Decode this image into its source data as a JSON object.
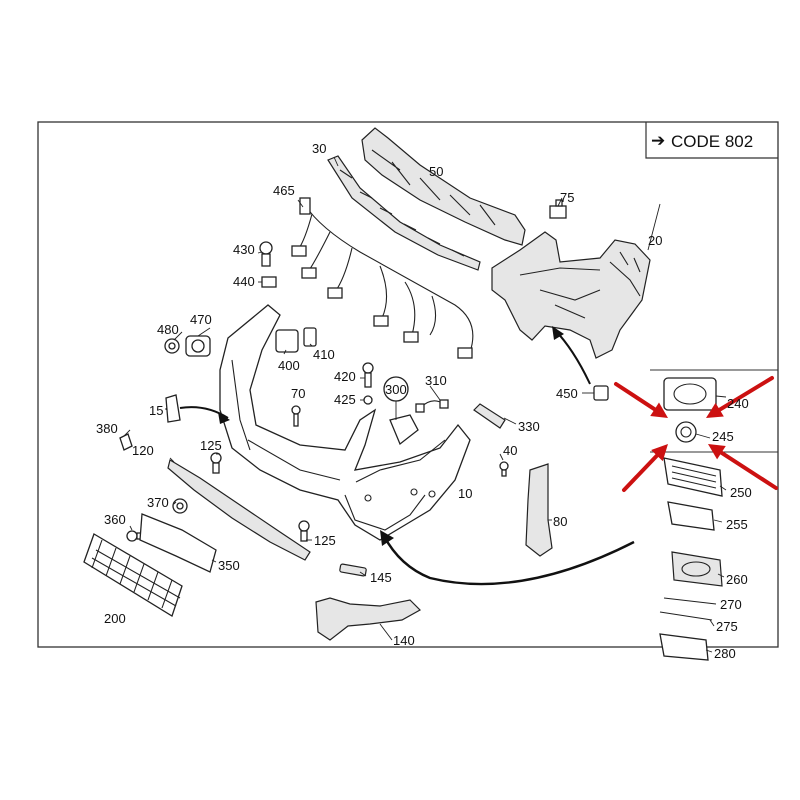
{
  "code_box": {
    "arrow": "➔",
    "text": "CODE 802"
  },
  "labels": [
    {
      "id": "p10",
      "text": "10"
    },
    {
      "id": "p15",
      "text": "15"
    },
    {
      "id": "p20",
      "text": "20"
    },
    {
      "id": "p30",
      "text": "30"
    },
    {
      "id": "p40",
      "text": "40"
    },
    {
      "id": "p50",
      "text": "50"
    },
    {
      "id": "p70",
      "text": "70"
    },
    {
      "id": "p75",
      "text": "75"
    },
    {
      "id": "p80",
      "text": "80"
    },
    {
      "id": "p120",
      "text": "120"
    },
    {
      "id": "p125a",
      "text": "125"
    },
    {
      "id": "p125b",
      "text": "125"
    },
    {
      "id": "p140",
      "text": "140"
    },
    {
      "id": "p145",
      "text": "145"
    },
    {
      "id": "p200",
      "text": "200"
    },
    {
      "id": "p240",
      "text": "240"
    },
    {
      "id": "p245",
      "text": "245"
    },
    {
      "id": "p250",
      "text": "250"
    },
    {
      "id": "p255",
      "text": "255"
    },
    {
      "id": "p260",
      "text": "260"
    },
    {
      "id": "p270",
      "text": "270"
    },
    {
      "id": "p275",
      "text": "275"
    },
    {
      "id": "p280",
      "text": "280"
    },
    {
      "id": "p300",
      "text": "300"
    },
    {
      "id": "p310",
      "text": "310"
    },
    {
      "id": "p330",
      "text": "330"
    },
    {
      "id": "p350",
      "text": "350"
    },
    {
      "id": "p360",
      "text": "360"
    },
    {
      "id": "p370",
      "text": "370"
    },
    {
      "id": "p380",
      "text": "380"
    },
    {
      "id": "p400",
      "text": "400"
    },
    {
      "id": "p410",
      "text": "410"
    },
    {
      "id": "p420",
      "text": "420"
    },
    {
      "id": "p425",
      "text": "425"
    },
    {
      "id": "p430",
      "text": "430"
    },
    {
      "id": "p440",
      "text": "440"
    },
    {
      "id": "p450",
      "text": "450"
    },
    {
      "id": "p465",
      "text": "465"
    },
    {
      "id": "p470",
      "text": "470"
    },
    {
      "id": "p480",
      "text": "480"
    }
  ],
  "highlight_color": "#cc1111"
}
